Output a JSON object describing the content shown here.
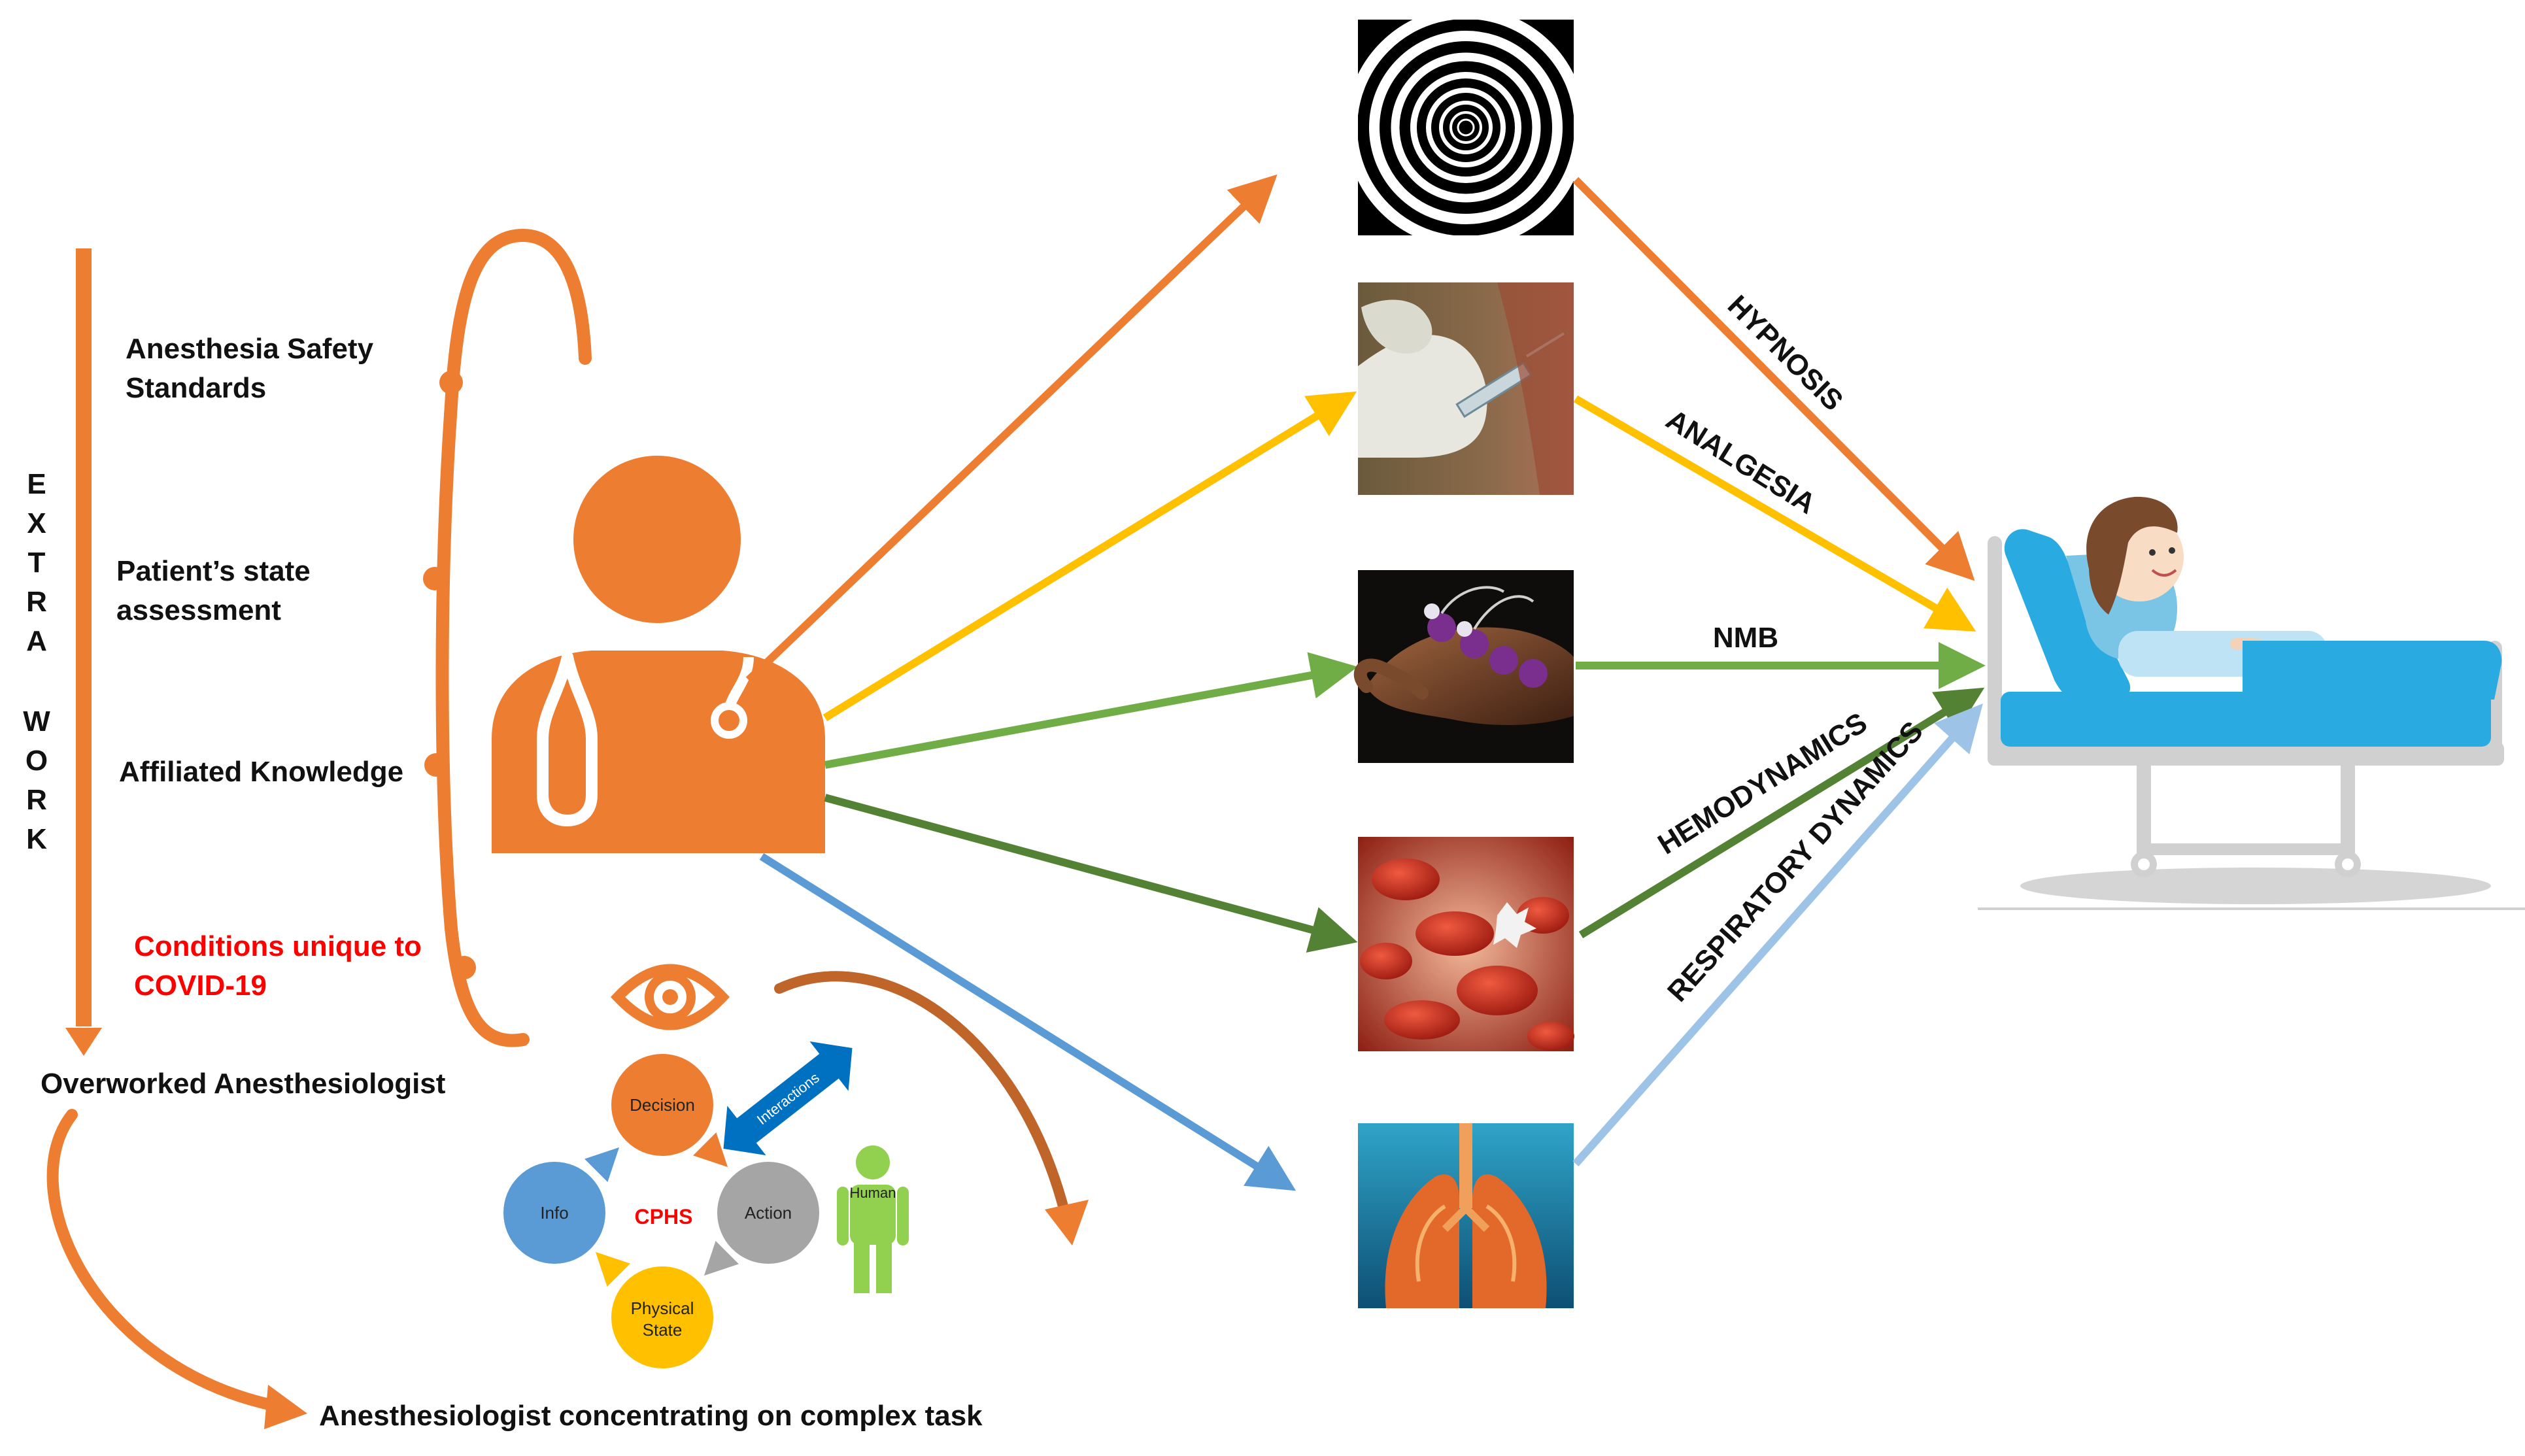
{
  "colors": {
    "orange": "#ED7D31",
    "yellow": "#FFC000",
    "green": "#70AD47",
    "dark_green": "#548235",
    "blue": "#5B9BD5",
    "light_blue": "#9DC3E6",
    "red_text": "#FF0000",
    "interactions_blue": "#0070C0",
    "human_green": "#92D050",
    "bed_blue": "#29ABE2",
    "bed_gray": "#D0D0D0"
  },
  "side_panel": {
    "vertical_label": [
      "E",
      "X",
      "T",
      "R",
      "A",
      "W",
      "O",
      "R",
      "K"
    ],
    "items": [
      {
        "lines": [
          "Anesthesia Safety",
          "Standards"
        ]
      },
      {
        "lines": [
          "Patient’s state",
          "assessment"
        ]
      },
      {
        "lines": [
          "Affiliated Knowledge"
        ]
      },
      {
        "lines": [
          "Conditions unique to",
          "COVID-19"
        ],
        "highlight": true
      }
    ],
    "overworked_label": "Overworked Anesthesiologist",
    "concentrating_label": "Anesthesiologist concentrating on complex task"
  },
  "icons": {
    "doctor": "doctor-stethoscope-icon",
    "eye": "eye-icon",
    "human": "human-figure-icon",
    "patient": "patient-in-bed-icon",
    "hypnosis": "hypnotic-spiral-image",
    "analgesia": "injection-image",
    "nmb": "wrist-electrodes-image",
    "hemodynamics": "blood-cells-image",
    "respiratory": "lungs-image"
  },
  "cphs": {
    "center": "CPHS",
    "nodes": {
      "decision": "Decision",
      "action": "Action",
      "physical": [
        "Physical",
        "State"
      ],
      "info": "Info"
    },
    "interactions": "Interactions",
    "human": "Human"
  },
  "pathways": [
    {
      "key": "hypnosis",
      "label": "HYPNOSIS",
      "color": "#ED7D31"
    },
    {
      "key": "analgesia",
      "label": "ANALGESIA",
      "color": "#FFC000"
    },
    {
      "key": "nmb",
      "label": "NMB",
      "color": "#70AD47"
    },
    {
      "key": "hemodynamics",
      "label": "HEMODYNAMICS",
      "color": "#548235"
    },
    {
      "key": "respiratory",
      "label": "RESPIRATORY DYNAMICS",
      "color": "#9DC3E6"
    }
  ]
}
